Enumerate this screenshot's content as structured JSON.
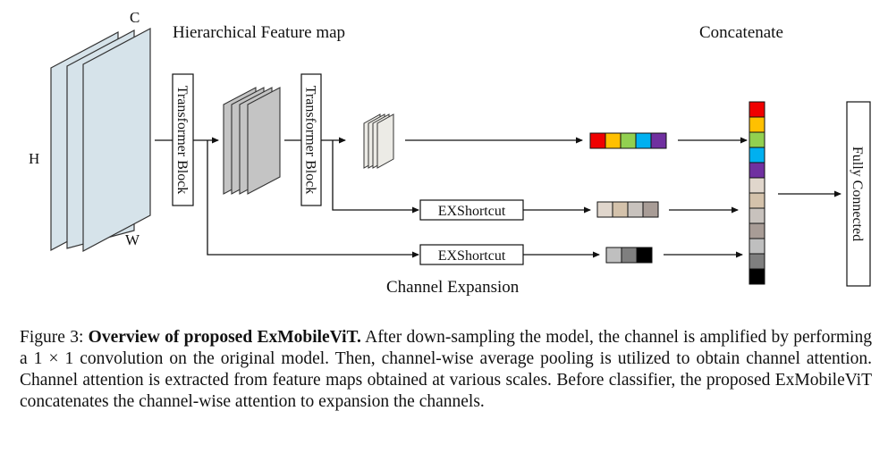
{
  "diagram": {
    "labels": {
      "title": "Hierarchical Feature map",
      "concatenate": "Concatenate",
      "channel_expansion": "Channel Expansion",
      "c": "C",
      "h": "H",
      "w": "W",
      "transformer_block_1": "Transformer Block",
      "transformer_block_2": "Transformer Block",
      "exshortcut_1": "EXShortcut",
      "exshortcut_2": "EXShortcut",
      "fully_connected": "Fully Connected"
    },
    "colors": {
      "vector_top": [
        "#f00000",
        "#ffc000",
        "#92d050",
        "#00b0f0",
        "#7030a0"
      ],
      "vector_mid": [
        "#e0d6cc",
        "#d4c2ab",
        "#c8c2bd",
        "#a89c96"
      ],
      "vector_bot": [
        "#bfbfbf",
        "#7f7f7f",
        "#000000"
      ],
      "concat": [
        "#f00000",
        "#ffc000",
        "#92d050",
        "#00b0f0",
        "#7030a0",
        "#e0d6cc",
        "#d4c2ab",
        "#c8c2bd",
        "#a89c96",
        "#bfbfbf",
        "#7f7f7f",
        "#000000"
      ],
      "feature_large": "#d6e3ea",
      "feature_mid": "#c4c4c4",
      "feature_small": "#ecebe6"
    }
  },
  "caption": {
    "prefix": "Figure 3: ",
    "bold": "Overview of proposed ExMobileViT.",
    "rest": " After down-sampling the model, the channel is amplified by performing a 1 × 1 convolution on the original model. Then, channel-wise average pooling is utilized to obtain channel attention. Channel attention is extracted from feature maps obtained at various scales. Before classifier, the proposed ExMobileViT concatenates the channel-wise attention to expansion the channels."
  }
}
